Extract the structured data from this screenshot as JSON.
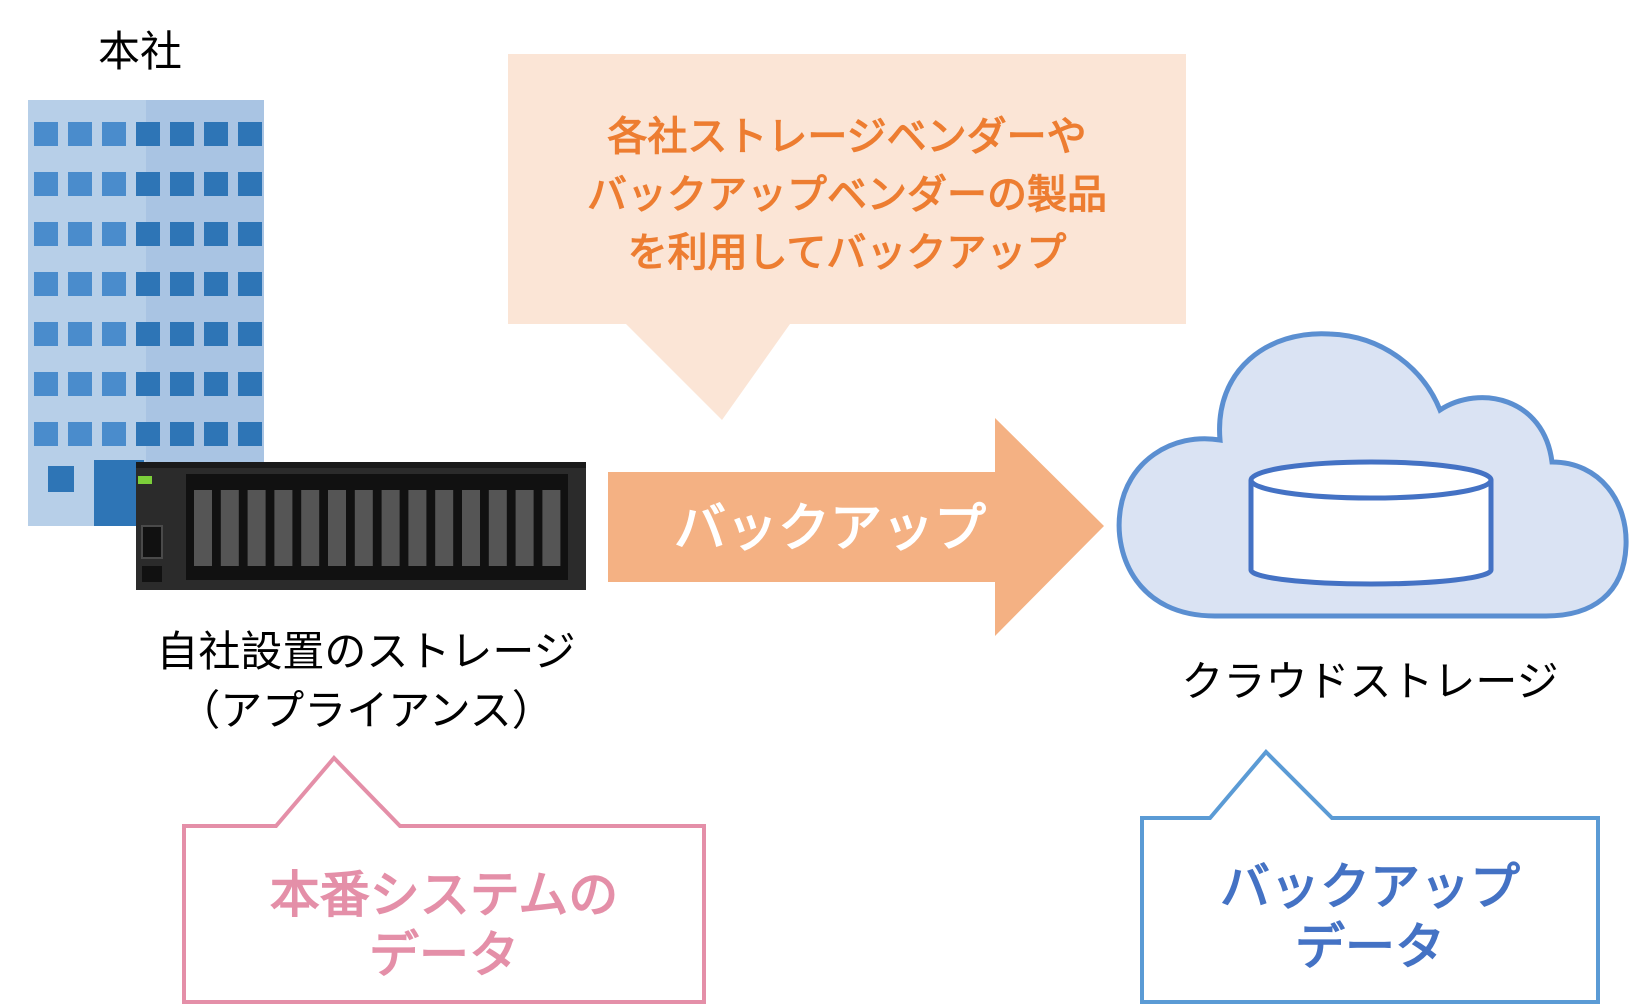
{
  "hq_label": "本社",
  "callout_vendor": {
    "lines": [
      "各社ストレージベンダーや",
      "バックアップベンダーの製品",
      "を利用してバックアップ"
    ],
    "fill": "#fbe5d6",
    "text_color": "#ed7d31"
  },
  "arrow": {
    "label": "バックアップ",
    "fill": "#f4b183",
    "text_color": "#ffffff"
  },
  "onprem_storage": {
    "lines": [
      "自社設置のストレージ",
      "（アプライアンス）"
    ]
  },
  "cloud_storage": {
    "label": "クラウドストレージ",
    "fill": "#dae3f3",
    "stroke": "#5b8fd1",
    "db_stroke": "#4472c4"
  },
  "callout_production": {
    "lines": [
      "本番システムの",
      "データ"
    ],
    "stroke": "#e48fa8",
    "text_color": "#e48fa8"
  },
  "callout_backup_data": {
    "lines": [
      "バックアップ",
      "データ"
    ],
    "stroke": "#5b9bd5",
    "text_color": "#4472c4"
  },
  "building_colors": {
    "body": "#a9c4e3",
    "window": "#2e75b6",
    "window_light": "#4a8ccc"
  }
}
